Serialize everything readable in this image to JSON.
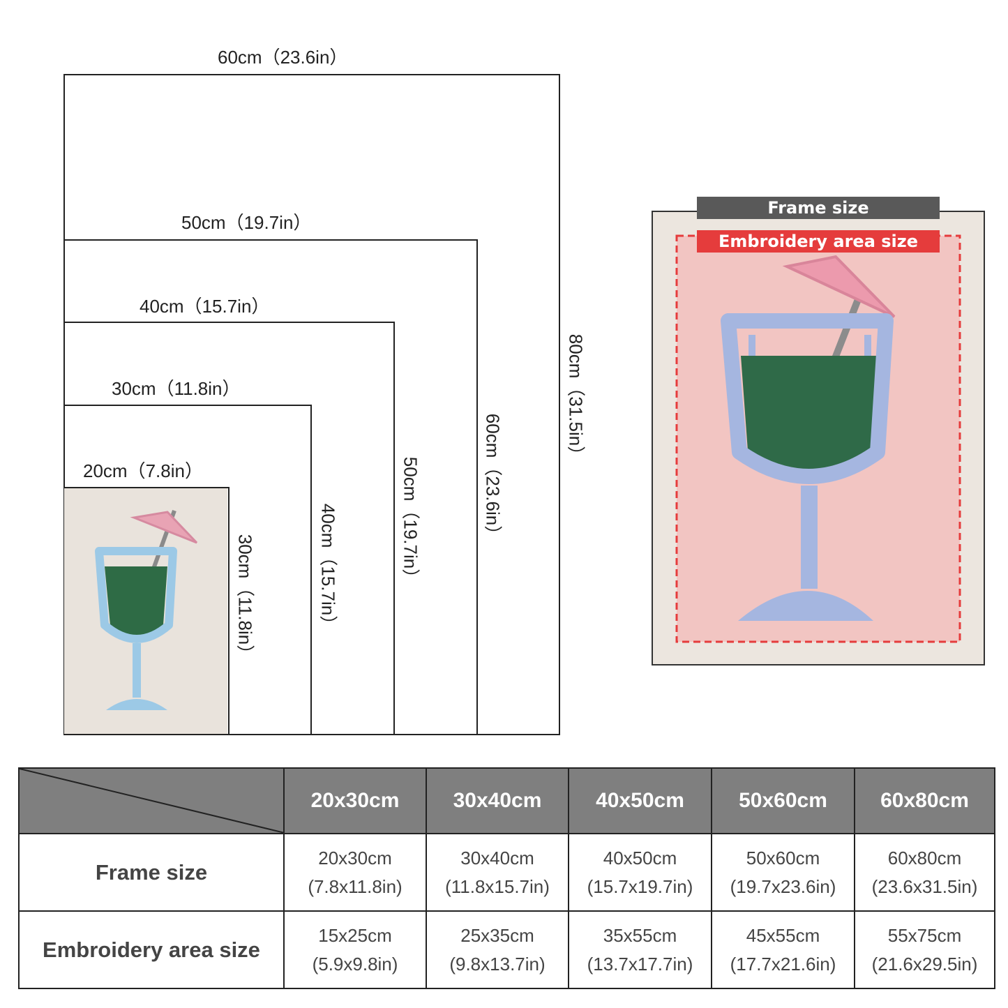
{
  "frames": [
    {
      "width_label": "60cm（23.6in）",
      "height_label": "80cm（31.5in）"
    },
    {
      "width_label": "50cm（19.7in）",
      "height_label": "60cm（23.6in）"
    },
    {
      "width_label": "40cm（15.7in）",
      "height_label": "50cm（19.7in）"
    },
    {
      "width_label": "30cm（11.8in）",
      "height_label": "40cm（15.7in）"
    },
    {
      "width_label": "20cm（7.8in）",
      "height_label": "30cm（11.8in）"
    }
  ],
  "legend": {
    "frame_size": "Frame size",
    "embroidery_area_size": "Embroidery area size"
  },
  "colors": {
    "frame_tag": "#595959",
    "embroidery_tag": "#e53c3c",
    "table_header": "#7f7f7f"
  },
  "table": {
    "headers": [
      "20x30cm",
      "30x40cm",
      "40x50cm",
      "50x60cm",
      "60x80cm"
    ],
    "rows": [
      {
        "label": "Frame size",
        "cells": [
          {
            "cm": "20x30cm",
            "in": "(7.8x11.8in)"
          },
          {
            "cm": "30x40cm",
            "in": "(11.8x15.7in)"
          },
          {
            "cm": "40x50cm",
            "in": "(15.7x19.7in)"
          },
          {
            "cm": "50x60cm",
            "in": "(19.7x23.6in)"
          },
          {
            "cm": "60x80cm",
            "in": "(23.6x31.5in)"
          }
        ]
      },
      {
        "label": "Embroidery area size",
        "cells": [
          {
            "cm": "15x25cm",
            "in": "(5.9x9.8in)"
          },
          {
            "cm": "25x35cm",
            "in": "(9.8x13.7in)"
          },
          {
            "cm": "35x55cm",
            "in": "(13.7x17.7in)"
          },
          {
            "cm": "45x55cm",
            "in": "(17.7x21.6in)"
          },
          {
            "cm": "55x75cm",
            "in": "(21.6x29.5in)"
          }
        ]
      }
    ]
  }
}
